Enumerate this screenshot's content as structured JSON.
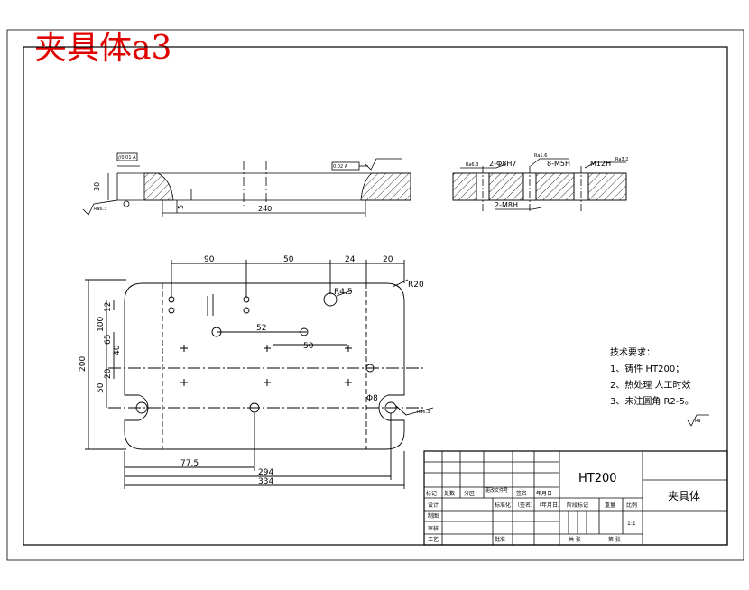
{
  "sheet_label": "夹具体a3",
  "section_view": {
    "dim_height": "30",
    "dim_small": "5",
    "dim_length": "240",
    "roughness": "Ra6.3",
    "tol_left": "//0.01 A",
    "tol_right": "0.02 A"
  },
  "side_view": {
    "callout_1": "2-Φ8H7",
    "callout_2": "8-M5H",
    "callout_3": "M12H",
    "callout_4": "2-M8H",
    "roughness": "Ra6.3",
    "roughness_2": "Ra1.6",
    "roughness_3": "Ra3.2"
  },
  "plan_view": {
    "dims_top": [
      "90",
      "50",
      "24",
      "20"
    ],
    "radius_corner": "R20",
    "radius_hole": "R4.5",
    "dim_52": "52",
    "dim_50": "50",
    "dims_left": [
      "100",
      "12",
      "65",
      "40",
      "20",
      "50"
    ],
    "dim_overall_height": "200",
    "dim_77_5": "77.5",
    "dim_294": "294",
    "dim_334": "334",
    "hole_dim": "Φ8",
    "roughness": "Ra6.3"
  },
  "notes": {
    "heading": "技术要求：",
    "items": [
      "1、铸件 HT200；",
      "2、热处理 人工时效",
      "3、未注圆角 R2-5。"
    ],
    "roughness": "Ra"
  },
  "title_block": {
    "material": "HT200",
    "part_name": "夹具体",
    "rev_headers": [
      "标记",
      "处数",
      "分区",
      "更改文件号",
      "签名",
      "年月日"
    ],
    "design": "设计",
    "std": "标准化",
    "sign": "（签名）",
    "date": "（年月日）",
    "stage": "阶段标记",
    "weight": "重量",
    "scale": "比例",
    "scale_value": "1:1",
    "check": "审核",
    "process": "工艺",
    "approve": "批准",
    "total": "共  张",
    "sheet_no": "第  张",
    "draw": "制图"
  }
}
